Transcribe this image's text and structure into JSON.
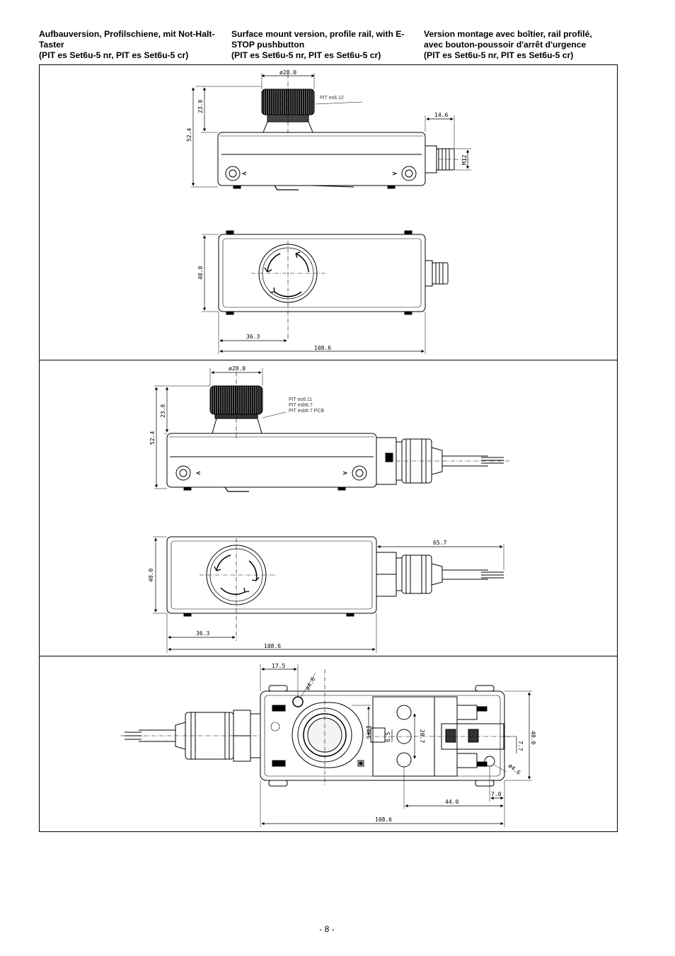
{
  "headers": {
    "de": {
      "line1": "Aufbauversion, Profilschiene, mit Not-Halt-",
      "line2": "Taster",
      "line3": "(PIT es Set6u-5 nr, PIT es Set6u-5 cr)"
    },
    "en": {
      "line1": "Surface mount version, profile rail, with E-",
      "line2": "STOP pushbutton",
      "line3": "(PIT es Set6u-5 nr, PIT es Set6u-5 cr)"
    },
    "fr": {
      "line1": "Version montage avec boîtier, rail profilé,",
      "line2": "avec bouton-poussoir d'arrêt d'urgence",
      "line3": "(PIT es Set6u-5 nr, PIT es Set6u-5 cr)"
    }
  },
  "panel1": {
    "dia": "ø28.0",
    "label": "PIT es6.12",
    "h1": "23.8",
    "h2": "52.4",
    "conn_w": "14.6",
    "conn": "M12",
    "depth": "40.0",
    "off": "36.3",
    "len": "108.6"
  },
  "panel2": {
    "dia": "ø28.0",
    "label1": "PIT es6.11",
    "label2": "PIT esb6.7",
    "label3": "PIT esb6.7 PCB",
    "h1": "23.8",
    "h2": "52.4",
    "cable": "65.7",
    "depth": "40.0",
    "off": "36.3",
    "len": "108.6"
  },
  "panel3": {
    "d1": "17.5",
    "hole": "ø4.6",
    "d2": "14.6",
    "d3": "6.5",
    "d4": "20.7",
    "d5": "7.7",
    "depth": "40.0",
    "hole2": "ø4.6",
    "d6": "7.0",
    "d7": "44.0",
    "len": "108.6"
  },
  "page_number": "- 8 -"
}
